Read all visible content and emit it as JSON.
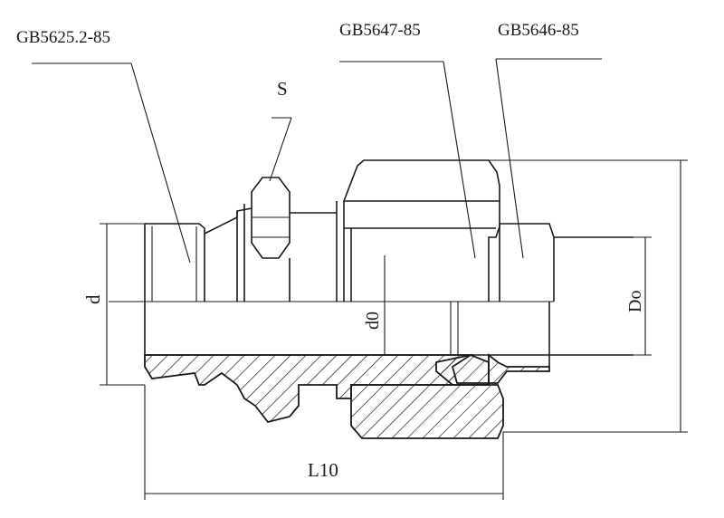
{
  "standards": {
    "left": "GB5625.2-85",
    "middle": "GB5647-85",
    "right": "GB5646-85"
  },
  "dimensions": {
    "s": "S",
    "d": "d",
    "d0": "d0",
    "D0": "Do",
    "L10": "L10"
  }
}
